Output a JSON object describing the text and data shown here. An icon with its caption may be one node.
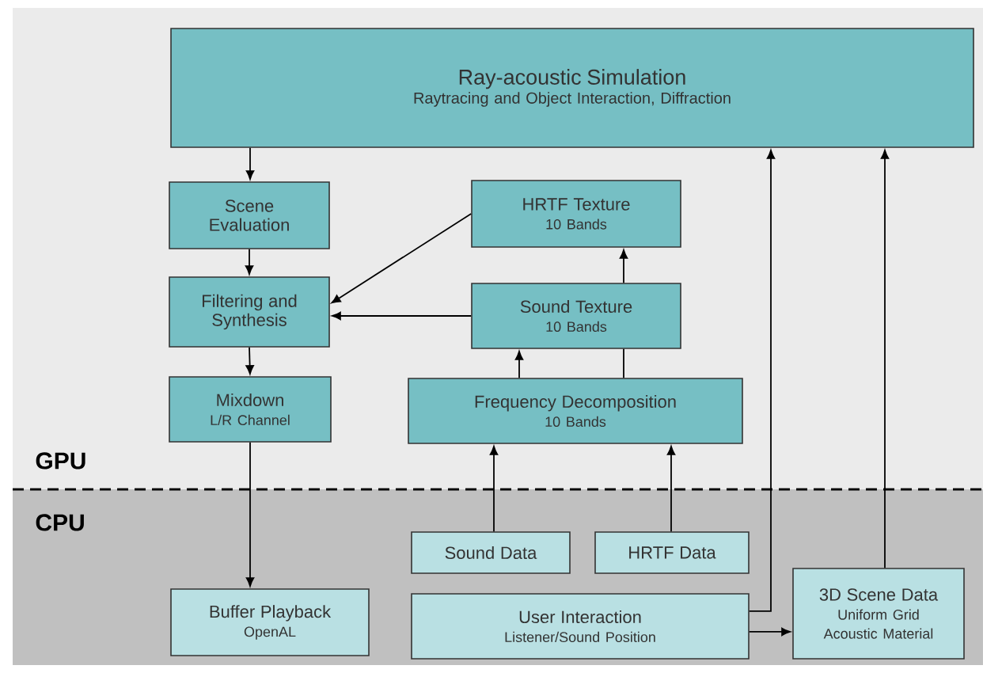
{
  "diagram": {
    "nodes": [
      {
        "text": [
          "Ray-acoustic Simulation",
          "Raytracing and Object Interaction, Diffraction"
        ]
      },
      {
        "text": [
          "Scene Evaluation"
        ]
      },
      {
        "text": [
          "Filtering and Synthesis"
        ]
      },
      {
        "text": [
          "Mixdown",
          "L/R Channel"
        ]
      },
      {
        "text": [
          "HRTF Texture",
          "10 Bands"
        ]
      },
      {
        "text": [
          "Sound Texture",
          "10 Bands"
        ]
      },
      {
        "text": [
          "Frequency Decomposition",
          "10 Bands"
        ]
      },
      {
        "text": [
          "Sound Data"
        ]
      },
      {
        "text": [
          "HRTF Data"
        ]
      },
      {
        "text": [
          "Buffer Playback",
          "OpenAL"
        ]
      },
      {
        "text": [
          "User Interaction",
          "Listener/Sound Position"
        ]
      },
      {
        "text": [
          "3D Scene Data",
          "Uniform Grid Acoustic Material"
        ]
      }
    ],
    "edges": [
      {
        "from": 0,
        "to": 1,
        "arrow": "to"
      },
      {
        "from": 1,
        "to": 2,
        "arrow": "to"
      },
      {
        "from": 2,
        "to": 3,
        "arrow": "to"
      },
      {
        "from": 4,
        "to": 2,
        "arrow": "to"
      },
      {
        "from": 5,
        "to": 2,
        "arrow": "to"
      },
      {
        "from": 5,
        "to": 4,
        "arrow": "to"
      },
      {
        "from": 6,
        "to": 5,
        "arrow": "none"
      },
      {
        "from": 6,
        "to": 5,
        "arrow": "to"
      },
      {
        "from": 7,
        "to": 6,
        "arrow": "to"
      },
      {
        "from": 8,
        "to": 6,
        "arrow": "to"
      },
      {
        "from": 3,
        "to": 9,
        "arrow": "to"
      },
      {
        "from": 10,
        "to": 0,
        "arrow": "to"
      },
      {
        "from": 11,
        "to": 0,
        "arrow": "to"
      },
      {
        "from": 10,
        "to": 11,
        "arrow": "to"
      }
    ],
    "labels": [
      "GPU",
      "CPU"
    ]
  }
}
